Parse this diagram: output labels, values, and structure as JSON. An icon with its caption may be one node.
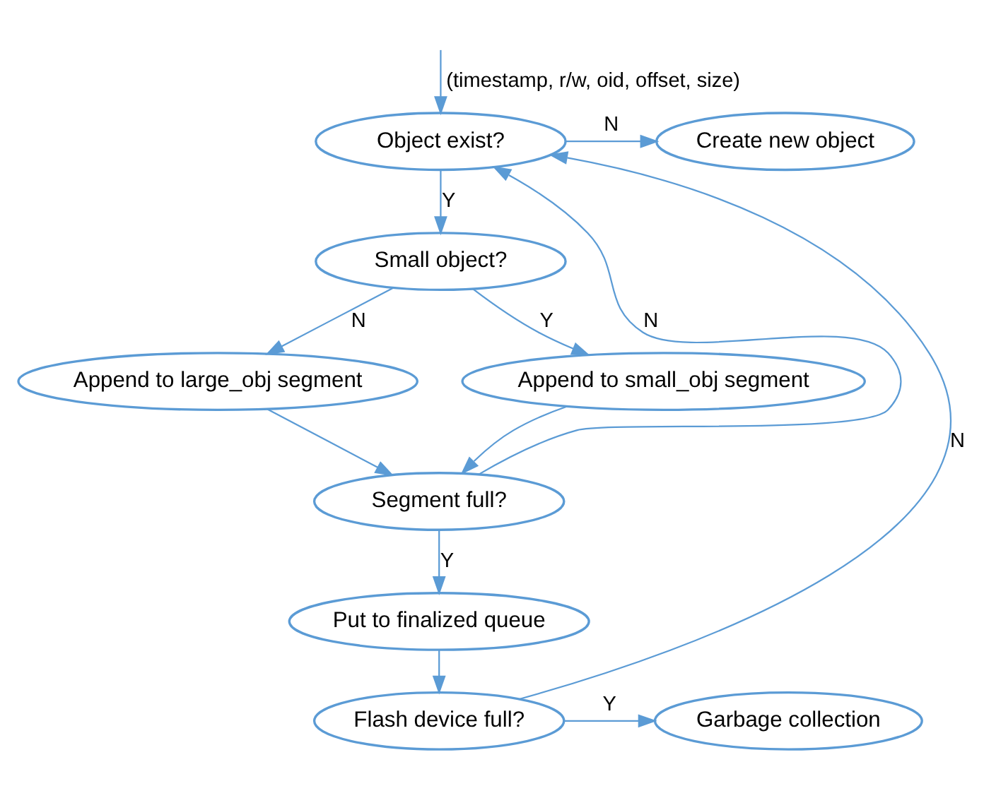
{
  "diagram": {
    "nodes": [
      {
        "text": [
          "Object exist?"
        ]
      },
      {
        "text": [
          "Create new object"
        ]
      },
      {
        "text": [
          "Small object?"
        ]
      },
      {
        "text": [
          "Append to large_obj segment"
        ]
      },
      {
        "text": [
          "Append to small_obj segment"
        ]
      },
      {
        "text": [
          "Segment full?"
        ]
      },
      {
        "text": [
          "Put to finalized queue"
        ]
      },
      {
        "text": [
          "Flash device full?"
        ]
      },
      {
        "text": [
          "Garbage collection"
        ]
      }
    ],
    "edges": [
      {
        "from": null,
        "to": 0,
        "arrow": "to",
        "label": "(timestamp, r/w, oid, offset, size)"
      },
      {
        "from": 0,
        "to": 1,
        "arrow": "to",
        "label": "N"
      },
      {
        "from": 0,
        "to": 2,
        "arrow": "to",
        "label": "Y"
      },
      {
        "from": 2,
        "to": 3,
        "arrow": "to",
        "label": "N"
      },
      {
        "from": 2,
        "to": 4,
        "arrow": "to",
        "label": "Y"
      },
      {
        "from": 3,
        "to": 5,
        "arrow": "to"
      },
      {
        "from": 4,
        "to": 5,
        "arrow": "to"
      },
      {
        "from": 5,
        "to": 0,
        "arrow": "to",
        "label": "N"
      },
      {
        "from": 5,
        "to": 6,
        "arrow": "to",
        "label": "Y"
      },
      {
        "from": 6,
        "to": 7,
        "arrow": "to"
      },
      {
        "from": 7,
        "to": 0,
        "arrow": "to",
        "label": "N"
      },
      {
        "from": 7,
        "to": 8,
        "arrow": "to",
        "label": "Y"
      }
    ]
  }
}
